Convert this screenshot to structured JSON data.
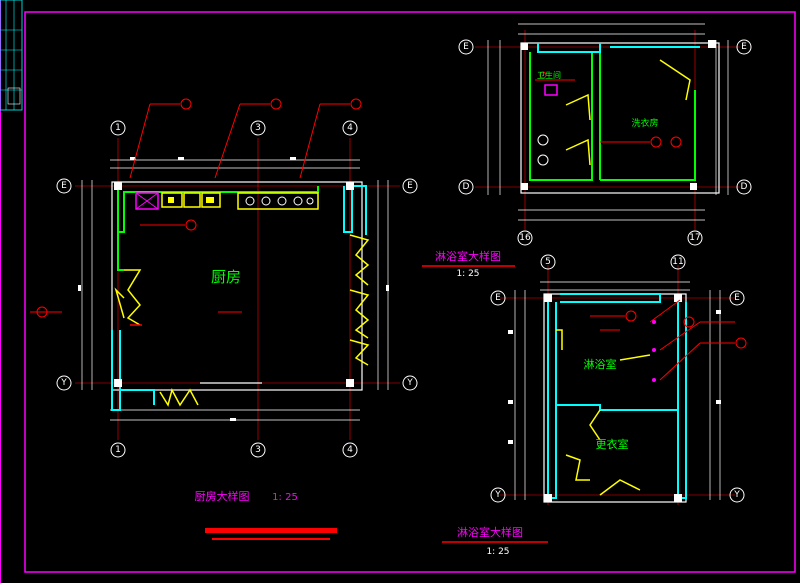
{
  "drawings": {
    "kitchen": {
      "room_label": "厨房",
      "title": "厨房大样图",
      "scale": "1: 25",
      "grid_top": [
        "1",
        "3",
        "4"
      ],
      "grid_bottom": [
        "1",
        "3",
        "4"
      ],
      "grid_left": [
        "E",
        "Y"
      ],
      "grid_right": [
        "E",
        "Y"
      ]
    },
    "bathroom": {
      "room_label_1": "卫生间",
      "room_label_2": "洗衣房",
      "title": "淋浴室大样图",
      "scale": "1: 25",
      "grid_top": [
        "16",
        "17"
      ],
      "grid_left": [
        "E",
        "D"
      ],
      "grid_right": [
        "E",
        "D"
      ]
    },
    "shower": {
      "room_label_1": "淋浴室",
      "room_label_2": "更衣室",
      "title": "淋浴室大样图",
      "scale": "1: 25",
      "grid_top": [
        "5",
        "11"
      ],
      "grid_left": [
        "E",
        "Y"
      ],
      "grid_right": [
        "E",
        "Y"
      ]
    }
  },
  "colors": {
    "background": "#000000",
    "frame": "#ff00ff",
    "wall": "#00ff00",
    "window": "#00ffff",
    "door": "#ffff00",
    "annotation": "#ff0000",
    "grid": "#ffffff"
  }
}
